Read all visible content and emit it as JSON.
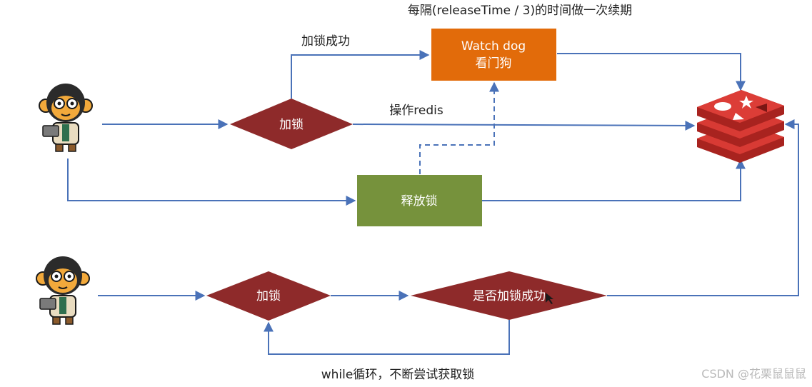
{
  "colors": {
    "arrow": "#4a72b8",
    "diamond": "#8e2a2a",
    "watchdog": "#e26b0a",
    "release": "#76923c",
    "redis": "#c9302c",
    "text": "#222222",
    "watermark": "#b9b9b9"
  },
  "labels": {
    "renew_note": "每隔(releaseTime / 3)的时间做一次续期",
    "lock_success": "加锁成功",
    "operate_redis": "操作redis",
    "while_loop": "while循环，不断尝试获取锁"
  },
  "nodes": {
    "watchdog_line1": "Watch dog",
    "watchdog_line2": "看门狗",
    "lock_top": "加锁",
    "release": "释放锁",
    "lock_bottom": "加锁",
    "check_success": "是否加锁成功"
  },
  "icons": {
    "user_top": "monkey-user-with-laptop-icon",
    "user_bottom": "monkey-user-with-laptop-icon",
    "redis": "redis-logo-icon"
  },
  "watermark": "CSDN @花栗鼠鼠鼠"
}
